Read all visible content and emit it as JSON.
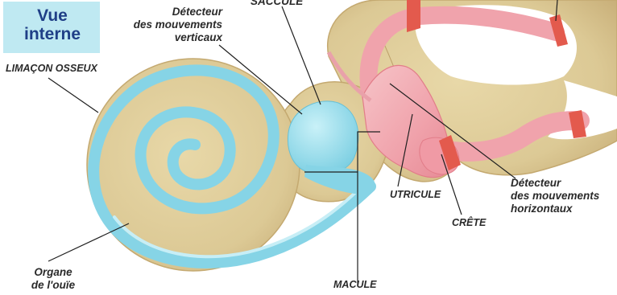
{
  "title": {
    "line1": "Vue",
    "line2": "interne"
  },
  "labels": {
    "saccule": "SACCULE",
    "vertical_detector": [
      "Détecteur",
      "des mouvements",
      "verticaux"
    ],
    "limacon": "LIMAÇON OSSEUX",
    "organ": [
      "Organe",
      "de l'ouïe"
    ],
    "macule": "MACULE",
    "utricule": "UTRICULE",
    "crete": "CRÊTE",
    "horizontal_detector": [
      "Détecteur",
      "des mouvements",
      "horizontaux"
    ]
  },
  "colors": {
    "bone": "#dcc995",
    "bone_dark": "#c7ad73",
    "bone_light": "#efe2bb",
    "cochlea_blue": "#86d4e6",
    "cochlea_blue_light": "#c7edf5",
    "membrane_pink": "#f2a9b1",
    "membrane_pink_dark": "#e6858f",
    "ring_red": "#e35a4d",
    "title_blue": "#1f3f87",
    "title_bg": "#bfe9f2"
  }
}
